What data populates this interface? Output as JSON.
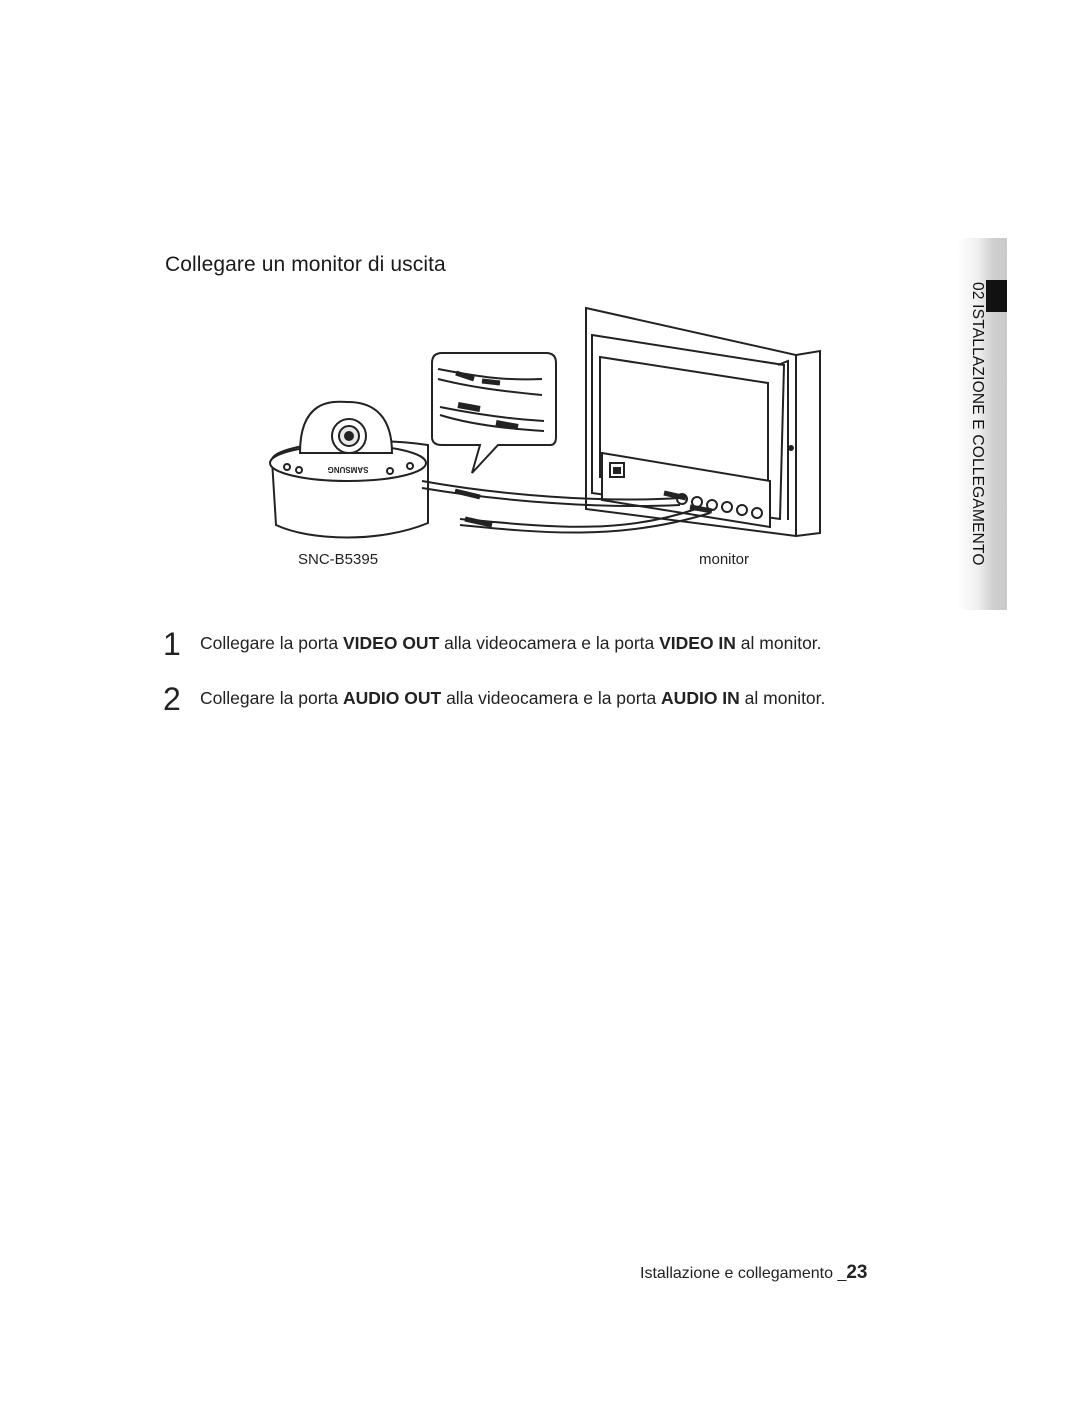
{
  "section": {
    "title": "Collegare un monitor di uscita"
  },
  "figure": {
    "camera_label": "SNC-B5395",
    "monitor_label": "monitor",
    "camera_brand": "SAMSUNG"
  },
  "steps": [
    {
      "number": "1",
      "prefix": "Collegare la porta ",
      "port_out": "VIDEO OUT",
      "middle": " alla videocamera e la porta ",
      "port_in": "VIDEO IN",
      "suffix": " al monitor."
    },
    {
      "number": "2",
      "prefix": "Collegare la porta ",
      "port_out": "AUDIO OUT",
      "middle": " alla videocamera e la porta ",
      "port_in": "AUDIO IN",
      "suffix": " al monitor."
    }
  ],
  "side_tab": {
    "text": "02  ISTALLAZIONE E COLLEGAMENTO"
  },
  "footer": {
    "text": "Istallazione e collegamento _",
    "page_number": "23"
  }
}
